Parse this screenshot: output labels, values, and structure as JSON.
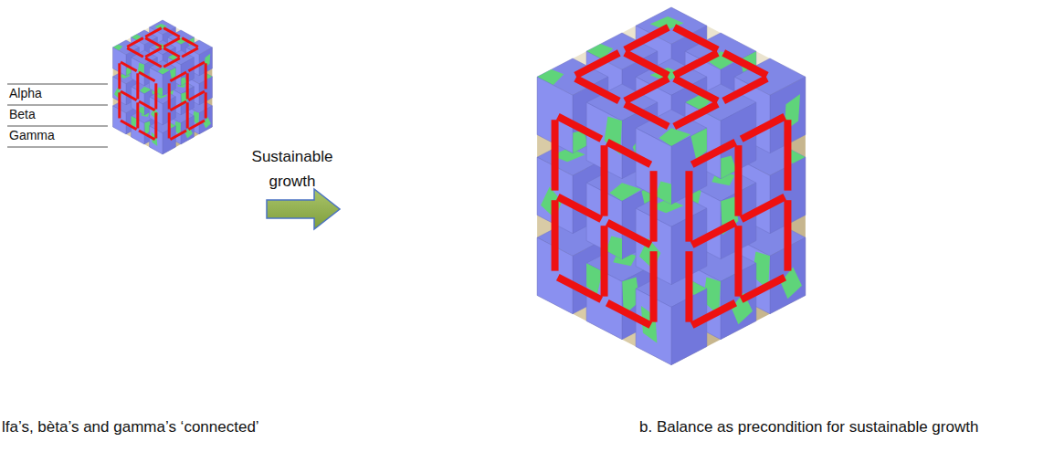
{
  "diagram": {
    "labels": [
      "Alpha",
      "Beta",
      "Gamma",
      "Sustainable growth",
      "lfa’s, bèta’s and gamma’s ‘connected’",
      "b. Balance as precondition for sustainable growth"
    ]
  }
}
